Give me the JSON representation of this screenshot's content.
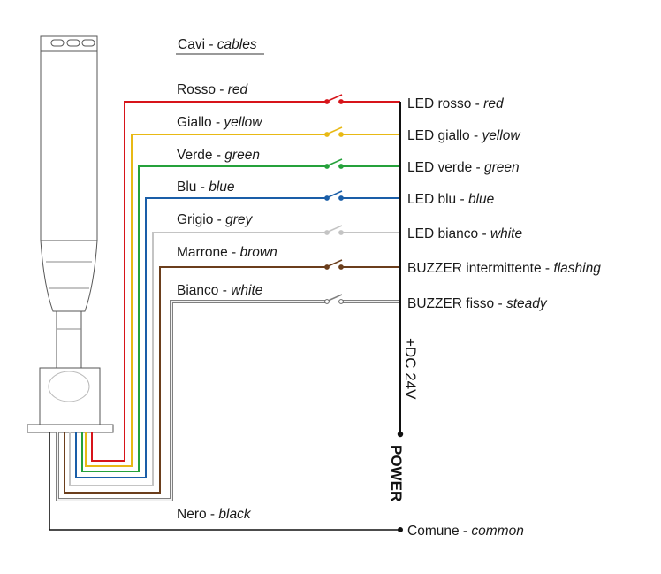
{
  "header": {
    "cables_it": "Cavi",
    "sep": " - ",
    "cables_en": "cables"
  },
  "wires": [
    {
      "it": "Rosso",
      "en": "red",
      "led_it": "LED rosso",
      "led_en": "red",
      "color": "#d7141a"
    },
    {
      "it": "Giallo",
      "en": "yellow",
      "led_it": "LED giallo",
      "led_en": "yellow",
      "color": "#e8b915"
    },
    {
      "it": "Verde",
      "en": "green",
      "led_it": "LED verde",
      "led_en": "green",
      "color": "#25a13b"
    },
    {
      "it": "Blu",
      "en": "blue",
      "led_it": "LED blu",
      "led_en": "blue",
      "color": "#1a5ea8"
    },
    {
      "it": "Grigio",
      "en": "grey",
      "led_it": "LED bianco",
      "led_en": "white",
      "color": "#c4c4c4"
    },
    {
      "it": "Marrone",
      "en": "brown",
      "led_it": "BUZZER intermittente",
      "led_en": "flashing",
      "color": "#6b3e1c"
    },
    {
      "it": "Bianco",
      "en": "white",
      "led_it": "BUZZER fisso",
      "led_en": "steady",
      "color": "#808080"
    }
  ],
  "black_wire": {
    "it": "Nero",
    "en": "black",
    "color": "#111111"
  },
  "common": {
    "it": "Comune",
    "en": "common"
  },
  "power": {
    "voltage": "+DC 24V",
    "label": "POWER"
  }
}
